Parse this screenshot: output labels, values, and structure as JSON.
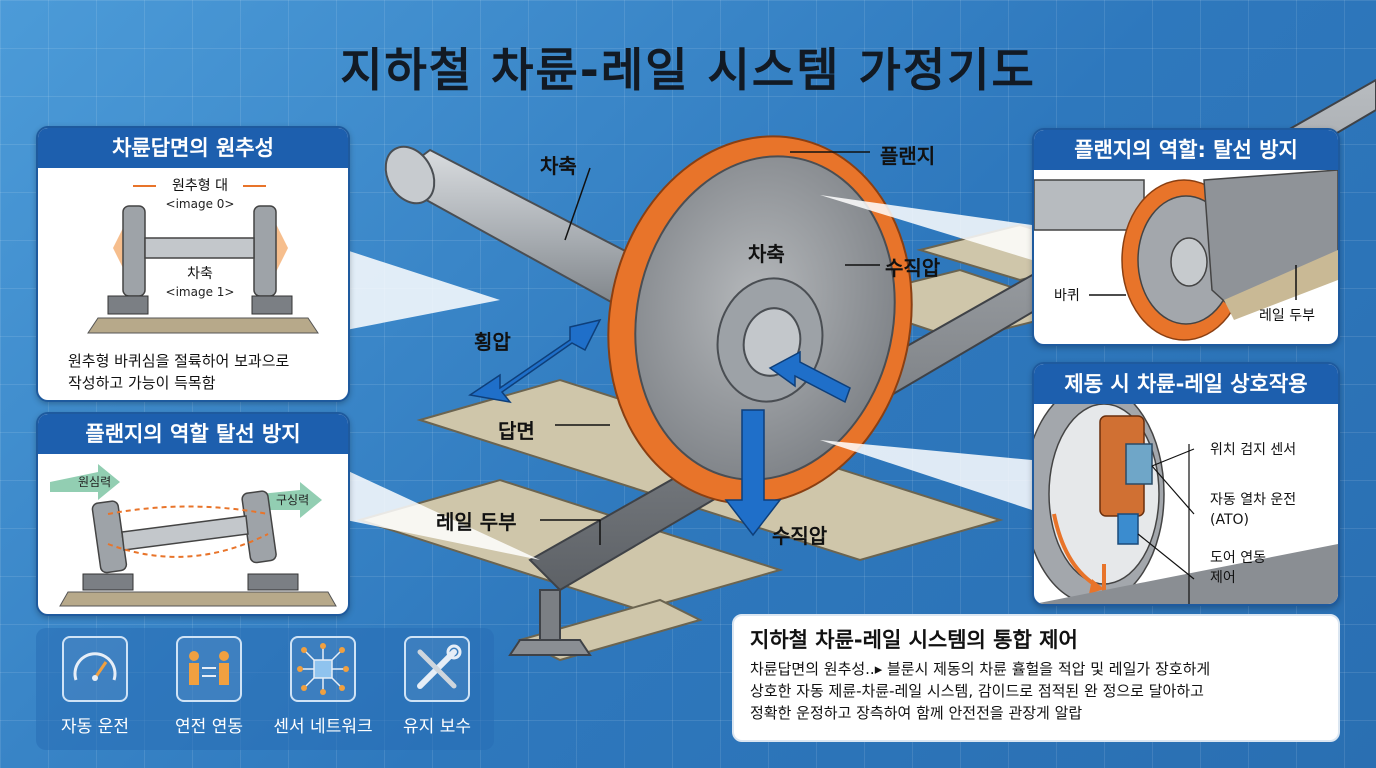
{
  "title": "지하철 차륜-레일 시스템 가정기도",
  "center_labels": {
    "axle": "차축",
    "flange": "플랜지",
    "wheel_axle": "차축",
    "vertical_pressure_top": "수직압",
    "lateral_pressure": "횡압",
    "tread": "답면",
    "rail_head": "레일 두부",
    "vertical_pressure_bottom": "수직압"
  },
  "panel_conicity": {
    "title": "차륜답면의 원추성",
    "label_top": "원추형 대",
    "image_top": "<image 0>",
    "label_mid": "차축",
    "image_mid": "<image 1>",
    "text_line1": "원추형 바퀴심을 절륙하어 보과으로",
    "text_line2": "작성하고 가능이 득목함"
  },
  "panel_flange_left": {
    "title": "플랜지의 역할 탈선 방지",
    "left_arrow": "원심력",
    "right_arrow": "구싱력"
  },
  "panel_flange_right": {
    "title": "플랜지의 역할: 탈선 방지",
    "wheel": "바퀴",
    "rail_head": "레일 두부"
  },
  "panel_braking": {
    "title": "제동 시 차륜-레일 상호작용",
    "sensor": "위치 검지 센서",
    "ato_line1": "자동 열차 운전",
    "ato_line2": "(ATO)",
    "door_line1": "도어 연동",
    "door_line2": "제어"
  },
  "icons": [
    {
      "icon": "speedometer-icon",
      "label": "자동 운전"
    },
    {
      "icon": "people-link-icon",
      "label": "연전 연동"
    },
    {
      "icon": "network-chip-icon",
      "label": "센서 네트워크"
    },
    {
      "icon": "wrench-screwdriver-icon",
      "label": "유지 보수"
    }
  ],
  "info": {
    "title": "지하철 차륜-레일 시스템의 통합 제어",
    "line1": "차륜답면의 원추성..▸ 블룬시 제동의 차륜 휼헐을 적압 및 레일가 장호하게",
    "line2": "상호한 자동 제륜-차륜-레일 시스템, 감이드로 점적된 완 정으로 달아하고",
    "line3": "정확한 운정하고 장측하여 함께 안전전을 관장게 알랍"
  },
  "colors": {
    "panel_head": "#1d5fae",
    "accent_orange": "#e8742a",
    "arrow_blue": "#1f6fc9"
  }
}
